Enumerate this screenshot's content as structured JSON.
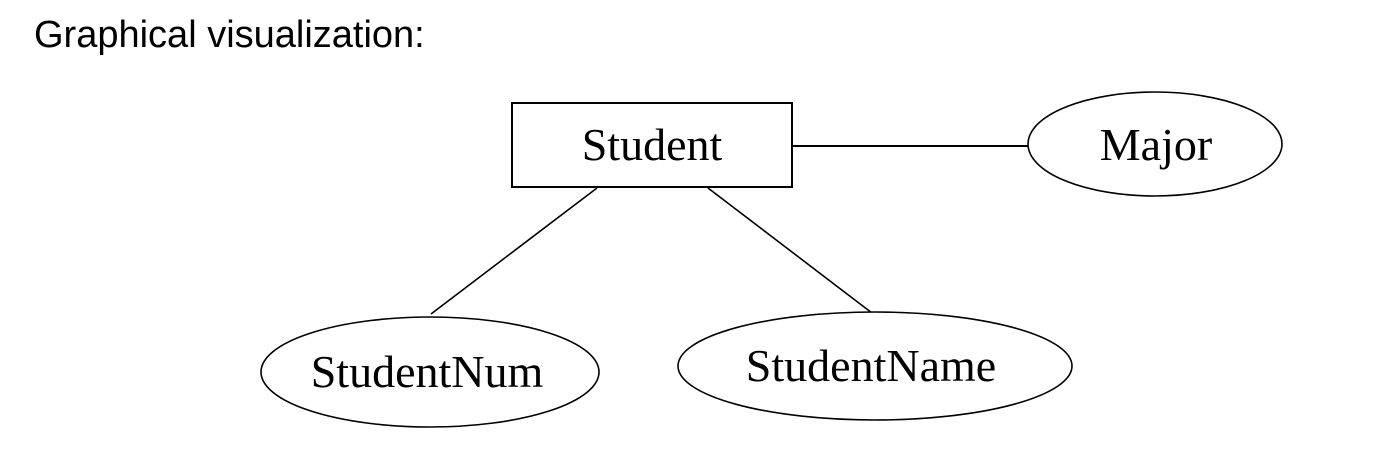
{
  "page": {
    "heading": "Graphical visualization:",
    "background": "#ffffff"
  },
  "diagram": {
    "type": "entity-relationship",
    "entity": {
      "label": "Student",
      "shape": "rectangle"
    },
    "attributes": [
      {
        "label": "Major",
        "shape": "ellipse"
      },
      {
        "label": "StudentNum",
        "shape": "ellipse"
      },
      {
        "label": "StudentName",
        "shape": "ellipse"
      }
    ],
    "edges": [
      {
        "from": "Student",
        "to": "Major"
      },
      {
        "from": "Student",
        "to": "StudentNum"
      },
      {
        "from": "Student",
        "to": "StudentName"
      }
    ],
    "colors": {
      "stroke": "#000000",
      "fill": "#ffffff",
      "text": "#000000"
    }
  }
}
